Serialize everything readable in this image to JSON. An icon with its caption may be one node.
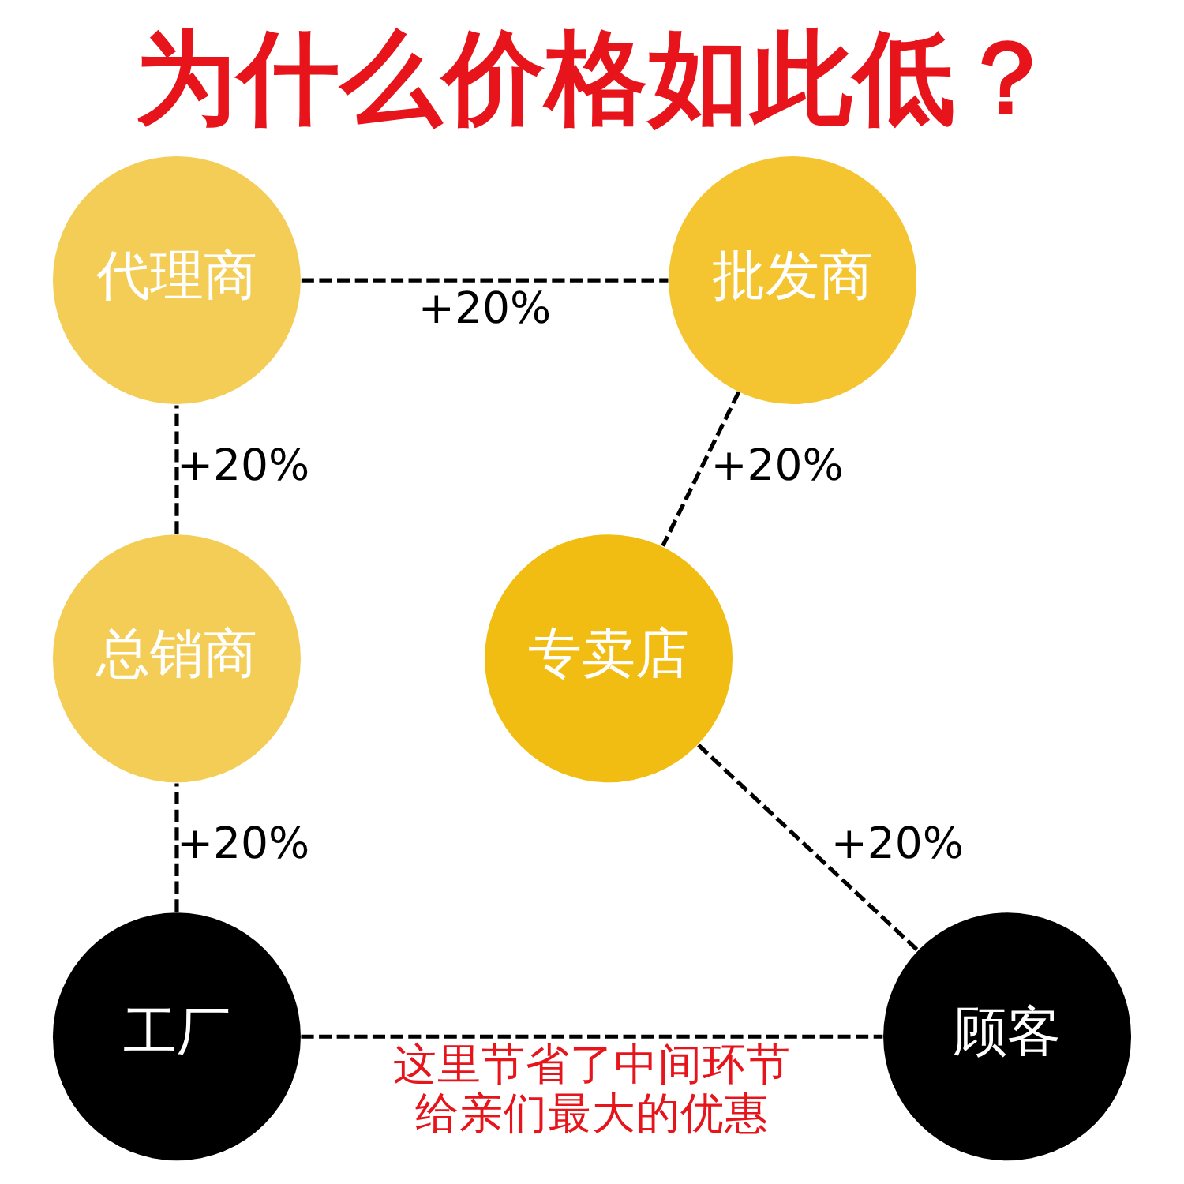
{
  "diagram": {
    "title": "为什么价格如此低？",
    "nodes": [
      {
        "text": [
          "工厂"
        ]
      },
      {
        "text": [
          "总销商"
        ]
      },
      {
        "text": [
          "代理商"
        ]
      },
      {
        "text": [
          "批发商"
        ]
      },
      {
        "text": [
          "专卖店"
        ]
      },
      {
        "text": [
          "顾客"
        ]
      }
    ],
    "edges": [
      {
        "from": 0,
        "to": 1,
        "arrow": "none",
        "style": "dashed",
        "label": "+20%"
      },
      {
        "from": 1,
        "to": 2,
        "arrow": "none",
        "style": "dashed",
        "label": "+20%"
      },
      {
        "from": 2,
        "to": 3,
        "arrow": "none",
        "style": "dashed",
        "label": "+20%"
      },
      {
        "from": 3,
        "to": 4,
        "arrow": "none",
        "style": "dashed",
        "label": "+20%"
      },
      {
        "from": 4,
        "to": 5,
        "arrow": "none",
        "style": "dashed",
        "label": "+20%"
      },
      {
        "from": 0,
        "to": 5,
        "arrow": "none",
        "style": "dashed",
        "label": "这里节省了中间环节给亲们最大的优惠"
      }
    ]
  }
}
